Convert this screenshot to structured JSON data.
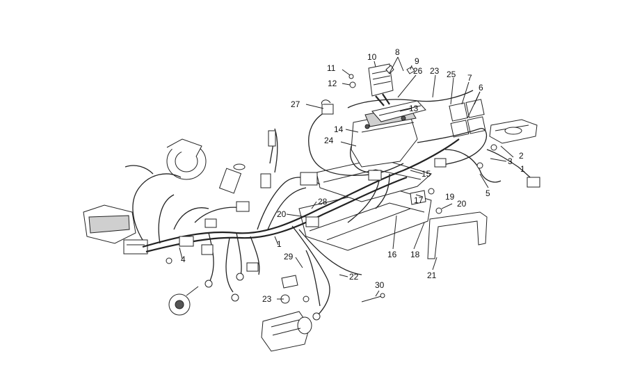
{
  "labels": {
    "l1a": "1",
    "l1b": "1",
    "l2": "2",
    "l3": "3",
    "l4": "4",
    "l5": "5",
    "l6": "6",
    "l7": "7",
    "l8": "8",
    "l9": "9",
    "l10": "10",
    "l11": "11",
    "l12": "12",
    "l13": "13",
    "l14": "14",
    "l15": "15",
    "l16": "16",
    "l17": "17",
    "l18": "18",
    "l19": "19",
    "l20a": "20",
    "l20b": "20",
    "l21": "21",
    "l22": "22",
    "l23a": "23",
    "l23b": "23",
    "l24": "24",
    "l25": "25",
    "l26": "26",
    "l27": "27",
    "l28": "28",
    "l29": "29",
    "l30": "30"
  }
}
